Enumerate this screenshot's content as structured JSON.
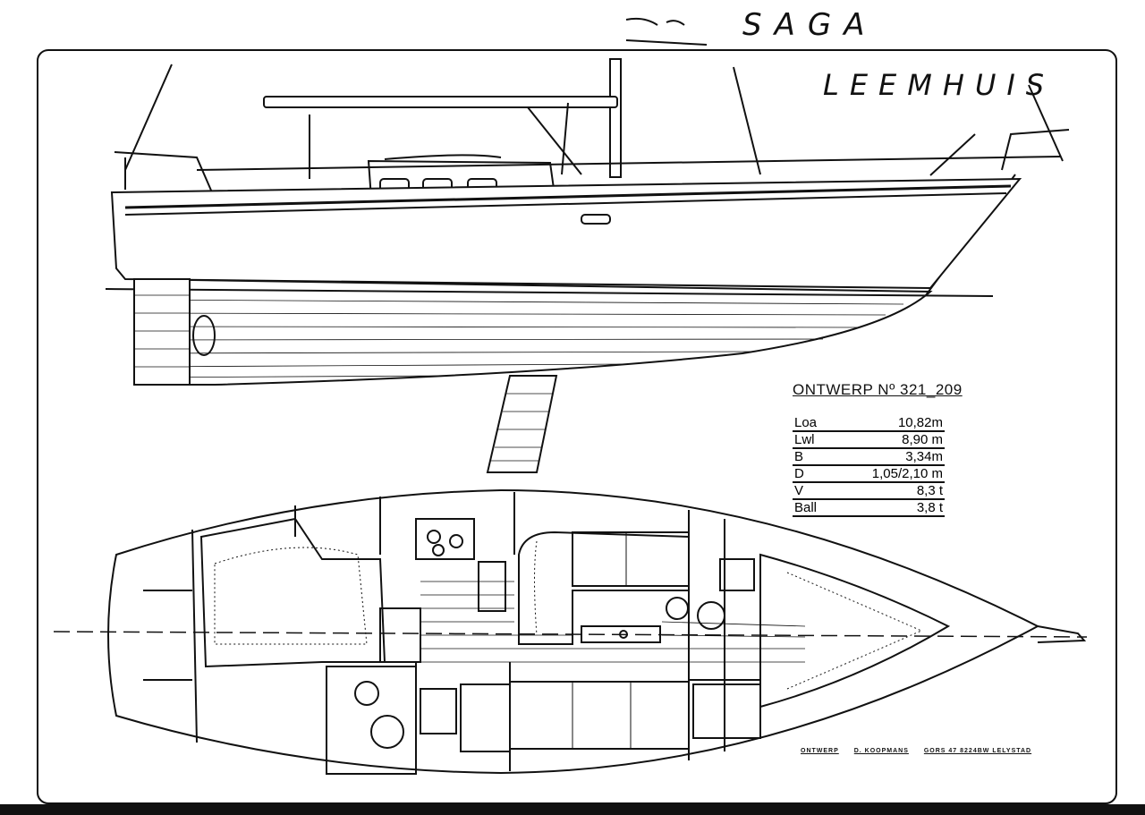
{
  "handwritten": {
    "name": "SAGA",
    "owner": "LEEMHUIS"
  },
  "spec_sheet": {
    "title": "ONTWERP Nº 321_209",
    "rows": [
      {
        "key": "Loa",
        "value": "10,82m"
      },
      {
        "key": "Lwl",
        "value": "8,90 m"
      },
      {
        "key": "B",
        "value": "3,34m"
      },
      {
        "key": "D",
        "value": "1,05/2,10 m"
      },
      {
        "key": "V",
        "value": "8,3  t"
      },
      {
        "key": "Ball",
        "value": "3,8  t"
      }
    ]
  },
  "footer": {
    "label": "ONTWERP",
    "designer": "D. KOOPMANS",
    "address": "GORS 47  8224BW  LELYSTAD"
  }
}
